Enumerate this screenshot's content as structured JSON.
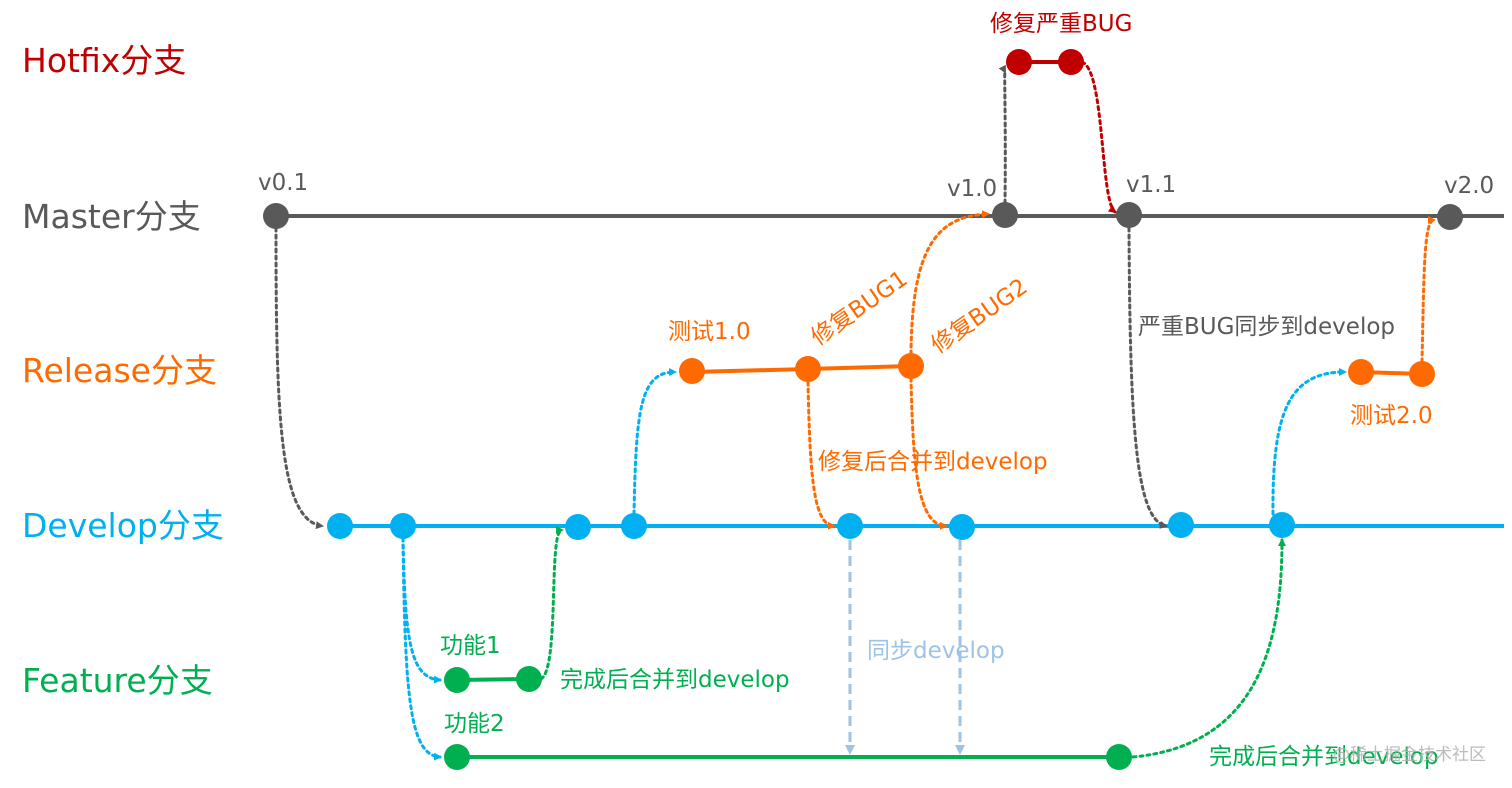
{
  "colors": {
    "hotfix": "#c00000",
    "master": "#595959",
    "release": "#ff6a00",
    "develop": "#00b0f0",
    "feature": "#00b050",
    "sync": "#9dc3e6"
  },
  "lanes": {
    "hotfix": "Hotfix分支",
    "master": "Master分支",
    "release": "Release分支",
    "develop": "Develop分支",
    "feature": "Feature分支"
  },
  "versions": {
    "v01": "v0.1",
    "v10": "v1.0",
    "v11": "v1.1",
    "v20": "v2.0"
  },
  "notes": {
    "hotfix_title": "修复严重BUG",
    "sync_bug_to_develop": "严重BUG同步到develop",
    "release_test1": "测试1.0",
    "fix_bug1": "修复BUG1",
    "fix_bug2": "修复BUG2",
    "fix_merge_develop": "修复后合并到develop",
    "release_test2": "测试2.0",
    "feature1": "功能1",
    "feature2": "功能2",
    "feature1_done": "完成后合并到develop",
    "feature2_done": "完成后合并到develop",
    "sync_develop": "同步develop"
  },
  "watermark": "@稀土掘金技术社区"
}
